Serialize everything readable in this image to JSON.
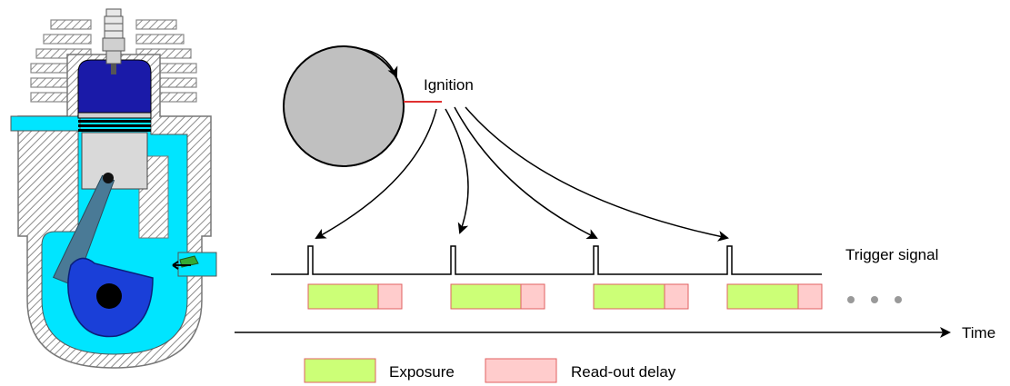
{
  "labels": {
    "ignition": "Ignition",
    "trigger_signal": "Trigger signal",
    "time": "Time"
  },
  "legend": {
    "exposure": "Exposure",
    "readout": "Read-out delay"
  },
  "colors": {
    "engine_cyan": "#00e5ff",
    "piston_blue": "#1a1aa8",
    "crank_blue": "#1a3fd8",
    "hatch_gray": "#8c8c8c",
    "flywheel_gray": "#c0c0c0",
    "exposure_green": "#ccff77",
    "readout_pink": "#ffcccc",
    "box_border": "#e06060",
    "ignition_red": "#e03030"
  },
  "icons": [
    "two-stroke-engine-icon",
    "flywheel-icon",
    "spark-plug-icon"
  ],
  "pulse_count": 4
}
